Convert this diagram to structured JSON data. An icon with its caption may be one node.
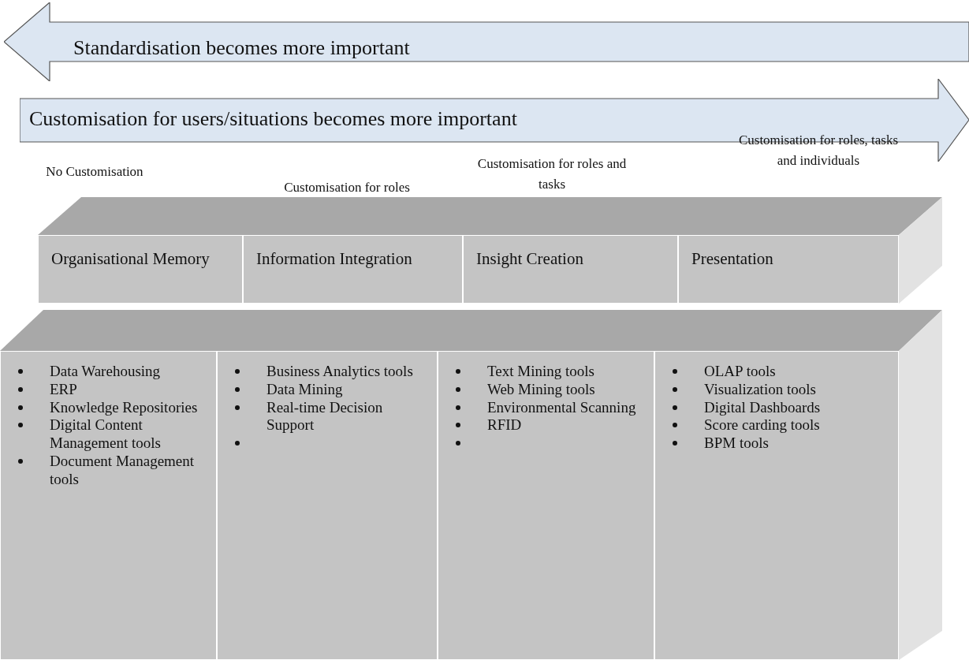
{
  "diagram": {
    "nodes": [
      {
        "text": [
          "Standardisation becomes more important"
        ]
      },
      {
        "text": [
          "Customisation for users/situations becomes more important"
        ]
      },
      {
        "text": [
          "Organisational Memory"
        ]
      },
      {
        "text": [
          "Information Integration"
        ]
      },
      {
        "text": [
          "Insight Creation"
        ]
      },
      {
        "text": [
          "Presentation"
        ]
      },
      {
        "text": [
          "Data Warehousing",
          "ERP",
          "Knowledge Repositories",
          "Digital Content Management tools",
          "Document Management tools"
        ]
      },
      {
        "text": [
          "Business Analytics tools",
          "Data Mining",
          "Real-time Decision Support"
        ]
      },
      {
        "text": [
          "Text Mining tools",
          "Web Mining tools",
          "Environmental Scanning",
          "RFID"
        ]
      },
      {
        "text": [
          "OLAP tools",
          "Visualization tools",
          "Digital Dashboards",
          "Score carding tools",
          "BPM tools"
        ]
      }
    ],
    "edges": [],
    "labels": [
      "No Customisation",
      "Customisation for roles",
      "Customisation for roles and tasks",
      "Customisation for roles, tasks and individuals"
    ]
  }
}
